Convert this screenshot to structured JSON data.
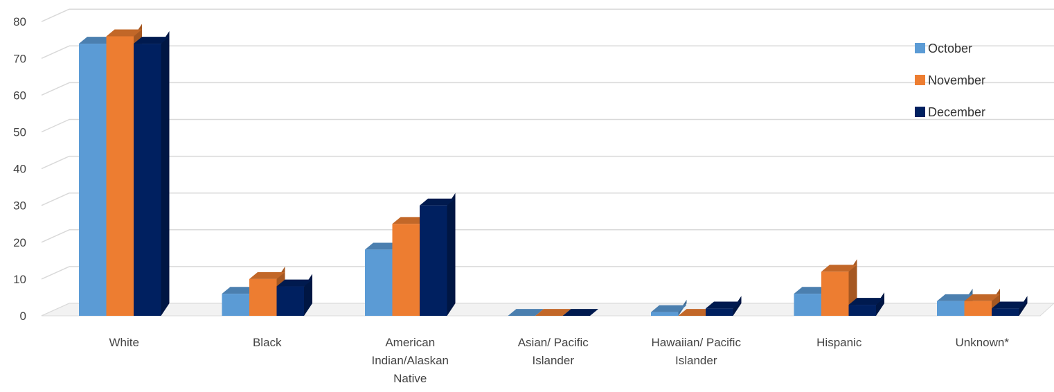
{
  "chart_data": {
    "type": "bar",
    "categories": [
      "White",
      "Black",
      "American Indian/Alaskan Native",
      "Asian/ Pacific Islander",
      "Hawaiian/ Pacific Islander",
      "Hispanic",
      "Unknown*"
    ],
    "category_lines": [
      [
        "White"
      ],
      [
        "Black"
      ],
      [
        "American",
        "Indian/Alaskan",
        "Native"
      ],
      [
        "Asian/ Pacific",
        "Islander"
      ],
      [
        "Hawaiian/ Pacific",
        "Islander"
      ],
      [
        "Hispanic"
      ],
      [
        "Unknown*"
      ]
    ],
    "series": [
      {
        "name": "October",
        "values": [
          74,
          6,
          18,
          0,
          1,
          6,
          4
        ],
        "color": "#5B9BD5"
      },
      {
        "name": "November",
        "values": [
          76,
          10,
          25,
          0,
          0,
          12,
          4
        ],
        "color": "#ED7D31"
      },
      {
        "name": "December",
        "values": [
          74,
          8,
          30,
          0,
          2,
          3,
          2
        ],
        "color": "#002060"
      }
    ],
    "title": "",
    "xlabel": "",
    "ylabel": "",
    "ylim": [
      0,
      80
    ],
    "yticks": [
      "0",
      "10",
      "20",
      "30",
      "40",
      "50",
      "60",
      "70",
      "80"
    ],
    "grid": true,
    "legend": "right",
    "style": "3d-clustered-column"
  }
}
